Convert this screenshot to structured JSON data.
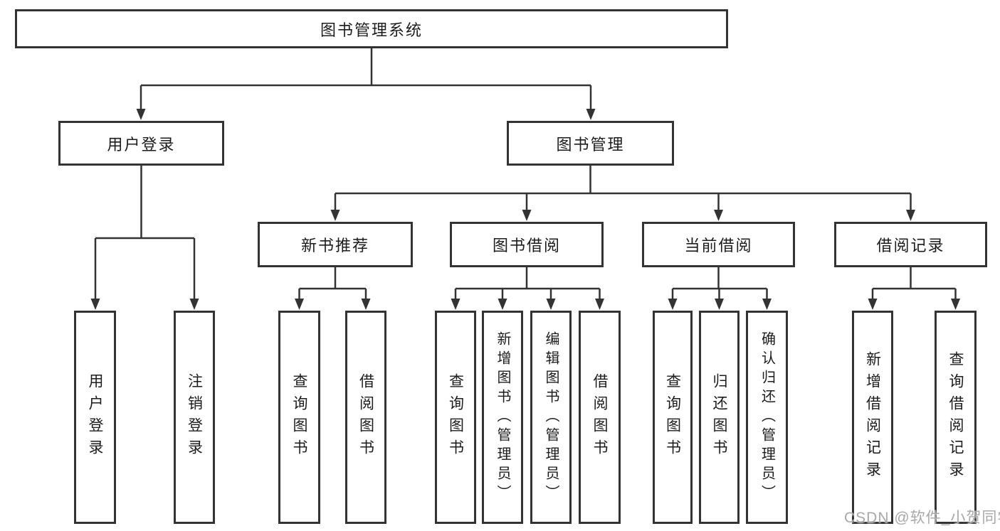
{
  "tree": {
    "label": "图书管理系统",
    "children": [
      {
        "label": "用户登录",
        "children": [
          {
            "label": "用户登录"
          },
          {
            "label": "注销登录"
          }
        ]
      },
      {
        "label": "图书管理",
        "children": [
          {
            "label": "新书推荐",
            "children": [
              {
                "label": "查询图书"
              },
              {
                "label": "借阅图书"
              }
            ]
          },
          {
            "label": "图书借阅",
            "children": [
              {
                "label": "查询图书"
              },
              {
                "label": "新增图书（管理员）"
              },
              {
                "label": "编辑图书（管理员）"
              },
              {
                "label": "借阅图书"
              }
            ]
          },
          {
            "label": "当前借阅",
            "children": [
              {
                "label": "查询图书"
              },
              {
                "label": "归还图书"
              },
              {
                "label": "确认归还（管理员）"
              }
            ]
          },
          {
            "label": "借阅记录",
            "children": [
              {
                "label": "新增借阅记录"
              },
              {
                "label": "查询借阅记录"
              }
            ]
          }
        ]
      }
    ]
  },
  "watermark": {
    "text": "CSDN @软件_小贺同学"
  },
  "colors": {
    "line": "#333333",
    "text": "#1c1c1c",
    "watermark": "#a8a8a8",
    "background": "#ffffff"
  }
}
